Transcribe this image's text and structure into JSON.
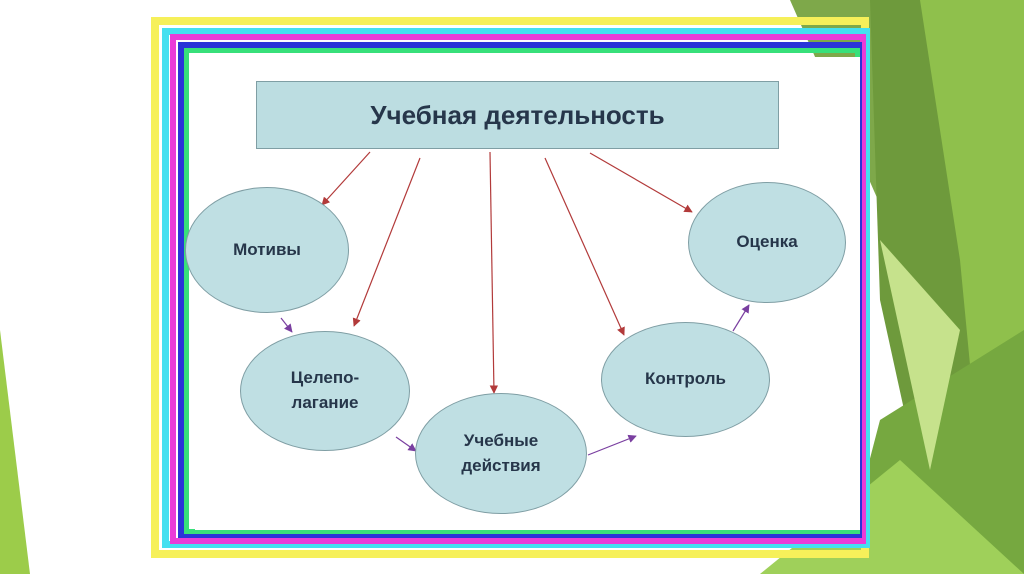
{
  "diagram": {
    "title": "Учебная деятельность",
    "nodes": [
      {
        "id": "motives",
        "label": "Мотивы"
      },
      {
        "id": "goal-setting",
        "label": "Целепо-\nлагание"
      },
      {
        "id": "learning-actions",
        "label": "Учебные\nдействия"
      },
      {
        "id": "control",
        "label": "Контроль"
      },
      {
        "id": "assessment",
        "label": "Оценка"
      }
    ]
  },
  "colors": {
    "node_fill": "#bfdfe3",
    "title_fill": "#bcdde1",
    "text": "#26364a",
    "arrow_from_title": "#b23a3a",
    "arrow_between_nodes": "#7a3fa0",
    "slide_green": "#8bc34a"
  }
}
